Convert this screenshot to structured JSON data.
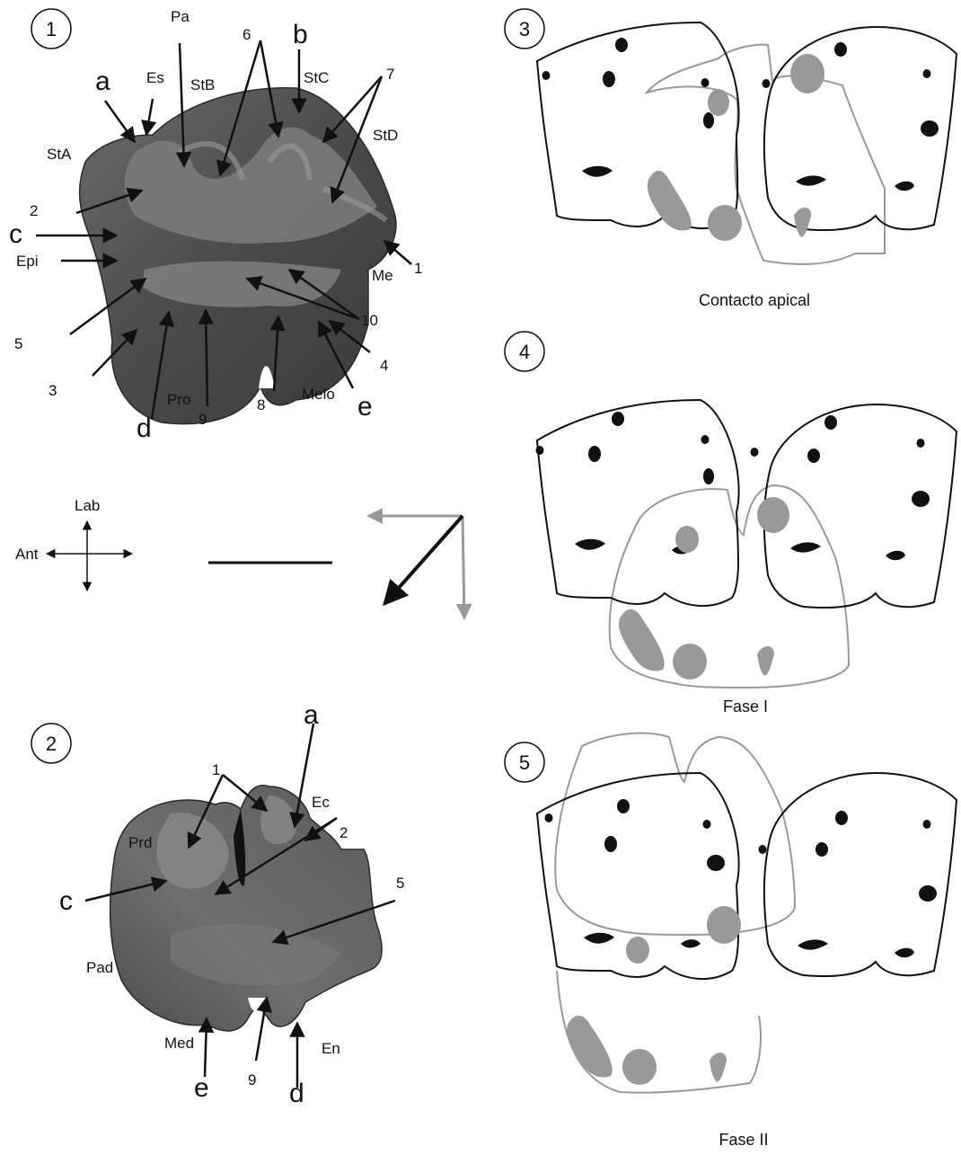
{
  "panels": [
    {
      "num": "1"
    },
    {
      "num": "2"
    },
    {
      "num": "3"
    },
    {
      "num": "4"
    },
    {
      "num": "5"
    }
  ],
  "panel1_labels": {
    "Pa": "Pa",
    "n6": "6",
    "b": "b",
    "StC": "StC",
    "n7": "7",
    "a": "a",
    "Es": "Es",
    "StB": "StB",
    "StD": "StD",
    "StA": "StA",
    "n2": "2",
    "c": "c",
    "Epi": "Epi",
    "n1": "1",
    "Me": "Me",
    "n10": "10",
    "n5": "5",
    "n4": "4",
    "n3": "3",
    "Pro": "Pro",
    "n9": "9",
    "n8": "8",
    "Melo": "Melo",
    "e": "e",
    "d": "d"
  },
  "panel2_labels": {
    "a": "a",
    "n1": "1",
    "Ec": "Ec",
    "n2": "2",
    "Prd": "Prd",
    "c": "c",
    "n5": "5",
    "Pad": "Pad",
    "Med": "Med",
    "En": "En",
    "e": "e",
    "n9": "9",
    "d": "d"
  },
  "orientation": {
    "lab": "Lab",
    "ant": "Ant"
  },
  "captions": {
    "p3": "Contacto apical",
    "p4": "Fase I",
    "p5": "Fase II"
  },
  "colors": {
    "ink": "#111111",
    "grey_overlay": "#999999",
    "tooth_dark": "#5a5a5a"
  }
}
